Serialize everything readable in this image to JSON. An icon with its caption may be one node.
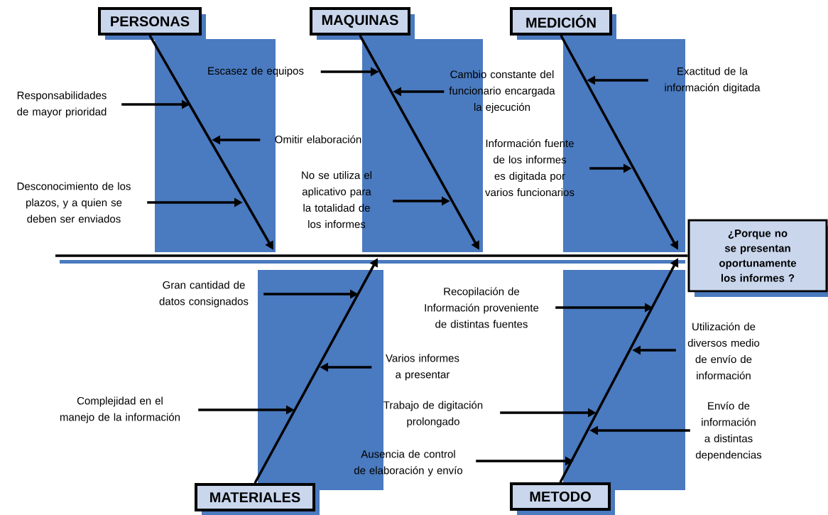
{
  "diagram": {
    "nodes": [
      {
        "text": [
          "PERSONAS"
        ]
      },
      {
        "text": [
          "MAQUINAS"
        ]
      },
      {
        "text": [
          "MEDICIÓN"
        ]
      },
      {
        "text": [
          "¿Porque no se presentan oportunamente los informes ?"
        ]
      },
      {
        "text": [
          "MATERIALES"
        ]
      },
      {
        "text": [
          "METODO"
        ]
      },
      {
        "text": [
          "Responsabilidades de mayor prioridad"
        ]
      },
      {
        "text": [
          "Desconocimiento de los plazos, y a quien se deben ser enviados"
        ]
      },
      {
        "text": [
          "Omitir elaboración"
        ]
      },
      {
        "text": [
          "Escasez de equipos"
        ]
      },
      {
        "text": [
          "No se utiliza el aplicativo para la totalidad de los informes"
        ]
      },
      {
        "text": [
          "Cambio constante del funcionario encargada la ejecución"
        ]
      },
      {
        "text": [
          "Exactitud de la información digitada"
        ]
      },
      {
        "text": [
          "Información fuente de los informes es digitada por varios funcionarios"
        ]
      },
      {
        "text": [
          "Gran cantidad de datos consignados"
        ]
      },
      {
        "text": [
          "Varios informes a presentar"
        ]
      },
      {
        "text": [
          "Complejidad en el manejo de la información"
        ]
      },
      {
        "text": [
          "Recopilación de Información proveniente de distintas fuentes"
        ]
      },
      {
        "text": [
          "Utilización de diversos medio de envío de información"
        ]
      },
      {
        "text": [
          "Trabajo de digitación prolongado"
        ]
      },
      {
        "text": [
          "Envío de información a distintas dependencias"
        ]
      },
      {
        "text": [
          "Ausencia de control de elaboración y envío"
        ]
      }
    ],
    "edges": [
      {
        "from": null,
        "to": 3,
        "arrow": "none"
      },
      {
        "from": 0,
        "to": null,
        "arrow": "to"
      },
      {
        "from": 1,
        "to": null,
        "arrow": "to"
      },
      {
        "from": 2,
        "to": null,
        "arrow": "to"
      },
      {
        "from": 4,
        "to": null,
        "arrow": "to"
      },
      {
        "from": 5,
        "to": null,
        "arrow": "to"
      },
      {
        "from": 6,
        "to": null,
        "arrow": "to"
      },
      {
        "from": 7,
        "to": null,
        "arrow": "to"
      },
      {
        "from": 8,
        "to": null,
        "arrow": "to"
      },
      {
        "from": 9,
        "to": null,
        "arrow": "to"
      },
      {
        "from": 10,
        "to": null,
        "arrow": "to"
      },
      {
        "from": 11,
        "to": null,
        "arrow": "to"
      },
      {
        "from": 12,
        "to": null,
        "arrow": "to"
      },
      {
        "from": 13,
        "to": null,
        "arrow": "to"
      },
      {
        "from": 14,
        "to": null,
        "arrow": "to"
      },
      {
        "from": 15,
        "to": null,
        "arrow": "to"
      },
      {
        "from": 16,
        "to": null,
        "arrow": "to"
      },
      {
        "from": 17,
        "to": null,
        "arrow": "to"
      },
      {
        "from": 18,
        "to": null,
        "arrow": "to"
      },
      {
        "from": 19,
        "to": null,
        "arrow": "to"
      },
      {
        "from": 20,
        "to": null,
        "arrow": "to"
      },
      {
        "from": 21,
        "to": null,
        "arrow": "to"
      }
    ]
  }
}
